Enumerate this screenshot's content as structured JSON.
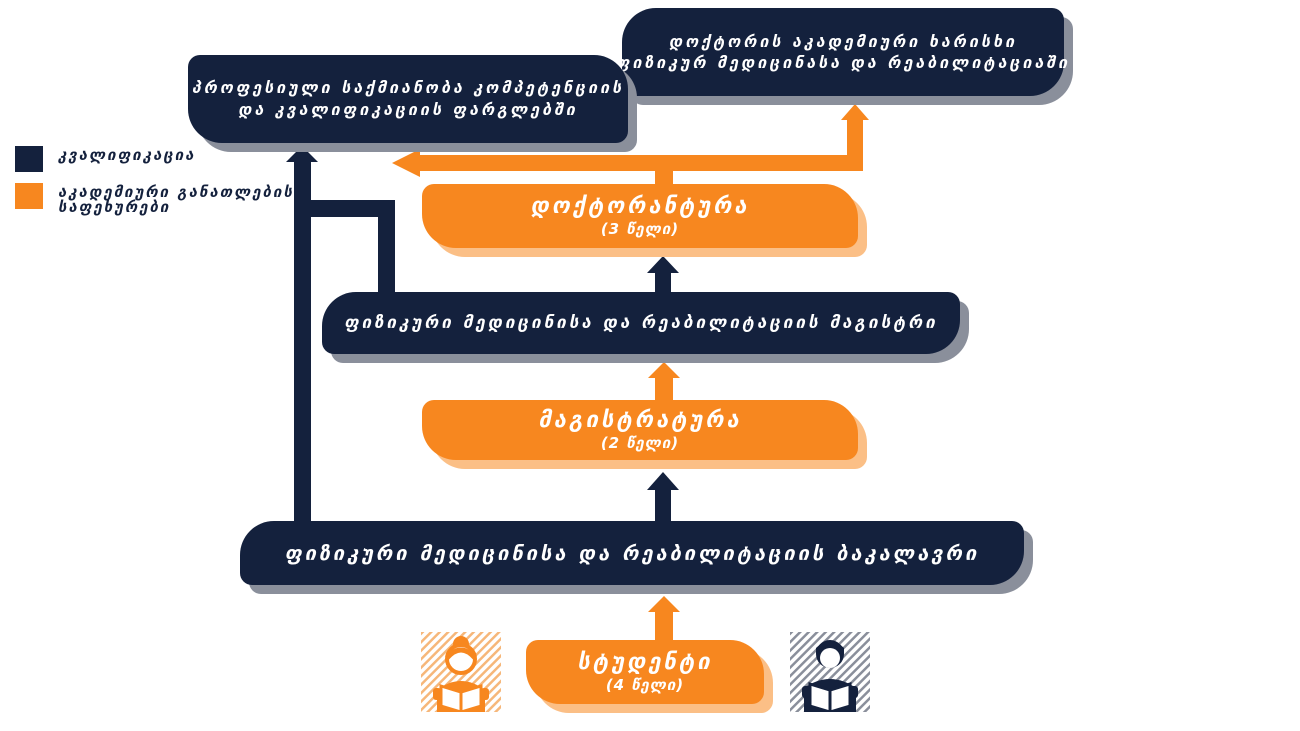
{
  "legend": {
    "qualification": {
      "label": "კვალიფიკაცია",
      "color": "#14213d"
    },
    "academic_levels": {
      "label_line1": "აკადემიური განათლების",
      "label_line2": "საფეხურები",
      "color": "#f7871f"
    }
  },
  "boxes": {
    "professional": {
      "line1": "პროფესიული საქმიანობა კომპეტენციის",
      "line2": "და კვალიფიკაციის ფარგლებში"
    },
    "doctor_degree": {
      "line1": "დოქტორის აკადემიური ხარისხი",
      "line2": "ფიზიკურ მედიცინასა და რეაბილიტაციაში"
    },
    "doctorate": {
      "title": "დოქტორანტურა",
      "duration": "(3 წელი)"
    },
    "master_degree": {
      "title": "ფიზიკური მედიცინისა და რეაბილიტაციის მაგისტრი"
    },
    "masters": {
      "title": "მაგისტრატურა",
      "duration": "(2 წელი)"
    },
    "bachelor_degree": {
      "title": "ფიზიკური მედიცინისა და რეაბილიტაციის ბაკალავრი"
    },
    "student": {
      "title": "სტუდენტი",
      "duration": "(4 წელი)"
    }
  },
  "colors": {
    "navy": "#14213d",
    "orange": "#f7871f",
    "navy_shadow": "#8a8f9b",
    "orange_shadow": "#fbbf86"
  },
  "icons": {
    "left_person": "female-student-reading-icon",
    "right_person": "male-student-reading-icon"
  }
}
